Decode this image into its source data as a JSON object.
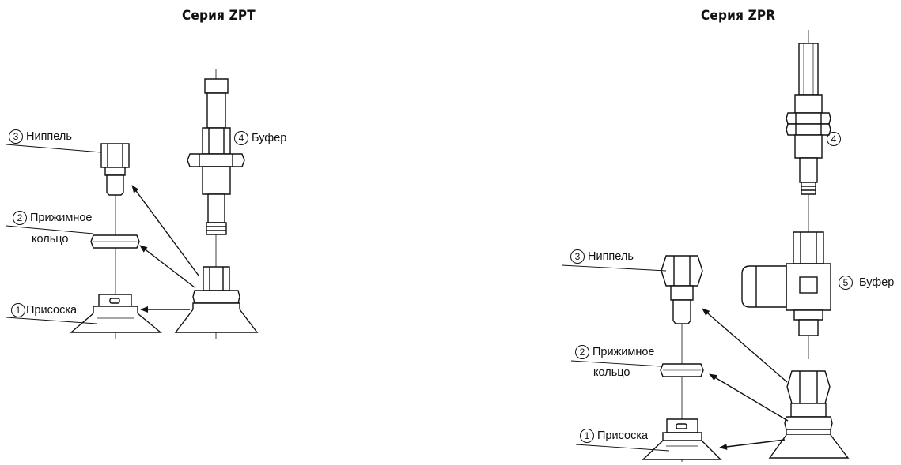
{
  "zpt": {
    "title": "Серия ZPT",
    "labels": {
      "nipple_num": "3",
      "nipple": "Ниппель",
      "ring_num": "2",
      "ring_line1": "Прижимное",
      "ring_line2": "кольцо",
      "pad_num": "1",
      "pad": "Присоска",
      "buffer_num": "4",
      "buffer": "Буфер"
    }
  },
  "zpr": {
    "title": "Серия ZPR",
    "labels": {
      "buffer4_num": "4",
      "nipple_num": "3",
      "nipple": "Ниппель",
      "buffer5_num": "5",
      "buffer5": "Буфер",
      "ring_num": "2",
      "ring_line1": "Прижимное",
      "ring_line2": "кольцо",
      "pad_num": "1",
      "pad": "Присоска"
    }
  },
  "colors": {
    "ink": "#111111",
    "background": "#ffffff"
  }
}
